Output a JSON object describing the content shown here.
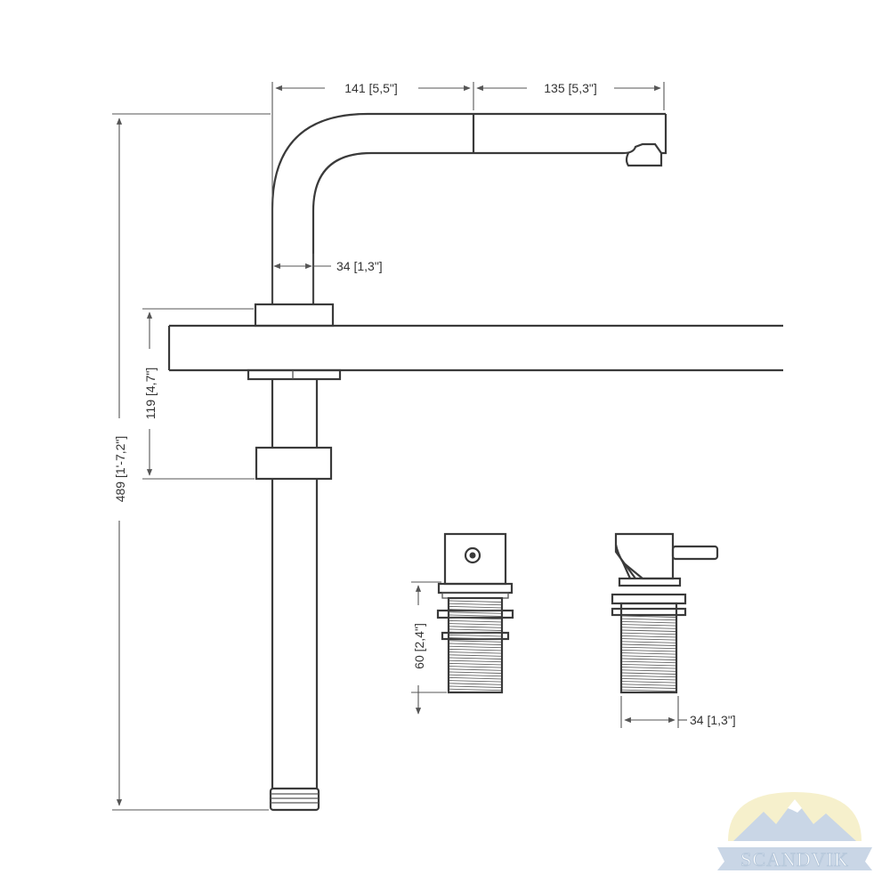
{
  "dimensions": {
    "spout_reach_1": "141 [5,5\"]",
    "spout_reach_2": "135 [5,3\"]",
    "body_diameter": "34 [1,3\"]",
    "max_deck_thickness": "119 [4,7\"]",
    "total_height": "489 [1'-7,2\"]",
    "accessory_shank_length": "60 [2,4\"]",
    "accessory_diameter": "34 [1,3\"]"
  },
  "brand": {
    "name": "SCANDVIK"
  },
  "colors": {
    "line": "#3a3a3a",
    "logo_sky": "#f4eec8",
    "logo_mountain": "#c9d6e6"
  }
}
